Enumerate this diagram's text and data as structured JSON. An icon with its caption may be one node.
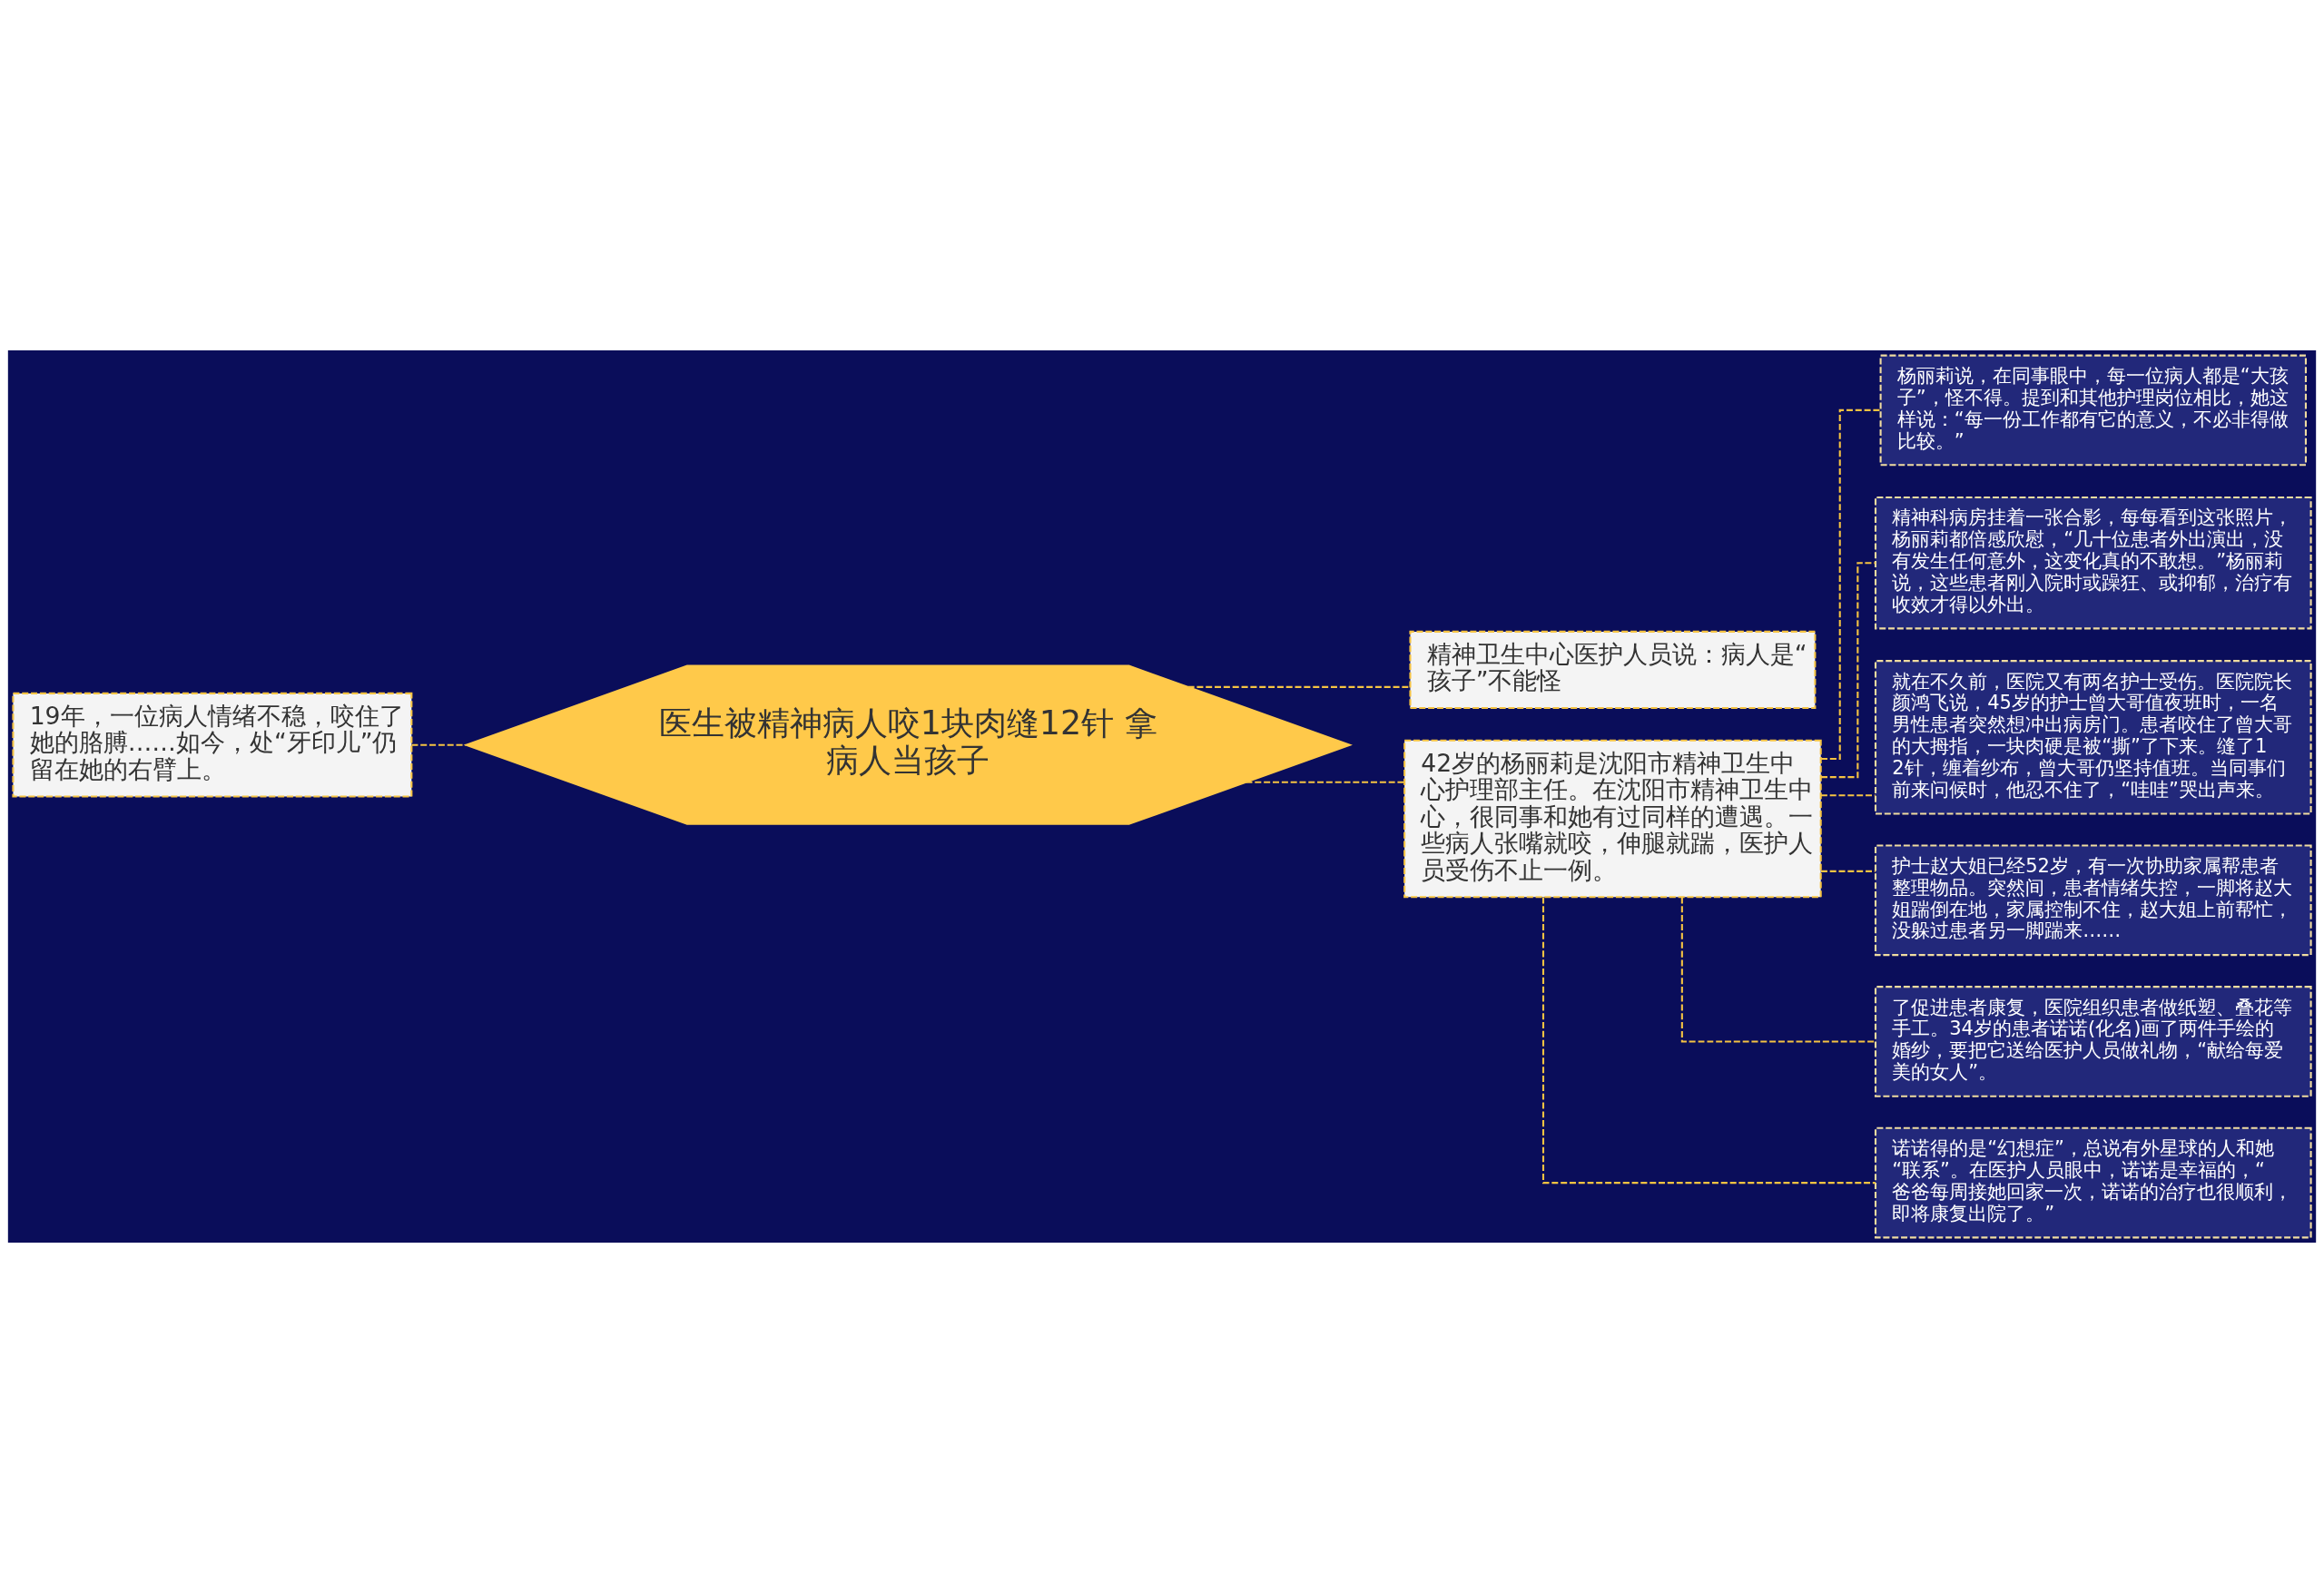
{
  "diagram": {
    "nodes": [
      {
        "text": [
          "医生被精神病人咬1块肉缝12针 拿病人当孩子"
        ]
      },
      {
        "text": [
          "19年，一位病人情绪不稳，咬住了她的胳膊……如今，处“牙印儿”仍留在她的右臂上。"
        ]
      },
      {
        "text": [
          "精神卫生中心医护人员说：病人是“孩子”不能怪"
        ]
      },
      {
        "text": [
          "42岁的杨丽莉是沈阳市精神卫生中心护理部主任。在沈阳市精神卫生中心，很同事和她有过同样的遭遇。一些病人张嘴就咬，伸腿就踹，医护人员受伤不止一例。"
        ]
      },
      {
        "text": [
          "杨丽莉说，在同事眼中，每一位病人都是“大孩子”，怪不得。提到和其他护理岗位相比，她这样说：“每一份工作都有它的意义，不必非得做比较。”"
        ]
      },
      {
        "text": [
          "精神科病房挂着一张合影，每每看到这张照片，杨丽莉都倍感欣慰，“几十位患者外出演出，没有发生任何意外，这变化真的不敢想。”杨丽莉说，这些患者刚入院时或躁狂、或抑郁，治疗有收效才得以外出。"
        ]
      },
      {
        "text": [
          "就在不久前，医院又有两名护士受伤。医院院长颜鸿飞说，45岁的护士曾大哥值夜班时，一名男性患者突然想冲出病房门。患者咬住了曾大哥的大拇指，一块肉硬是被“撕”了下来。缝了12针，缠着纱布，曾大哥仍坚持值班。当同事们前来问候时，他忍不住了，“哇哇”哭出声来。"
        ]
      },
      {
        "text": [
          "护士赵大姐已经52岁，有一次协助家属帮患者整理物品。突然间，患者情绪失控，一脚将赵大姐踹倒在地，家属控制不住，赵大姐上前帮忙，没躲过患者另一脚踹来……"
        ]
      },
      {
        "text": [
          "了促进患者康复，医院组织患者做纸塑、叠花等手工。34岁的患者诺诺(化名)画了两件手绘的婚纱，要把它送给医护人员做礼物，“献给每爱美的女人”。"
        ]
      },
      {
        "text": [
          "诺诺得的是“幻想症”，总说有外星球的人和她“联系”。在医护人员眼中，诺诺是幸福的，“爸爸每周接她回家一次，诺诺的治疗也很顺利，即将康复出院了。”"
        ]
      }
    ],
    "edges": [
      {
        "from": 0,
        "to": 1,
        "arrow": "none",
        "style": "dashed"
      },
      {
        "from": 0,
        "to": 2,
        "arrow": "none",
        "style": "dashed"
      },
      {
        "from": 0,
        "to": 3,
        "arrow": "none",
        "style": "dashed"
      },
      {
        "from": 3,
        "to": 4,
        "arrow": "none",
        "style": "dashed"
      },
      {
        "from": 3,
        "to": 5,
        "arrow": "none",
        "style": "dashed"
      },
      {
        "from": 3,
        "to": 6,
        "arrow": "none",
        "style": "dashed"
      },
      {
        "from": 3,
        "to": 7,
        "arrow": "none",
        "style": "dashed"
      },
      {
        "from": 3,
        "to": 8,
        "arrow": "none",
        "style": "dashed"
      },
      {
        "from": 3,
        "to": 9,
        "arrow": "none",
        "style": "dashed"
      }
    ]
  }
}
